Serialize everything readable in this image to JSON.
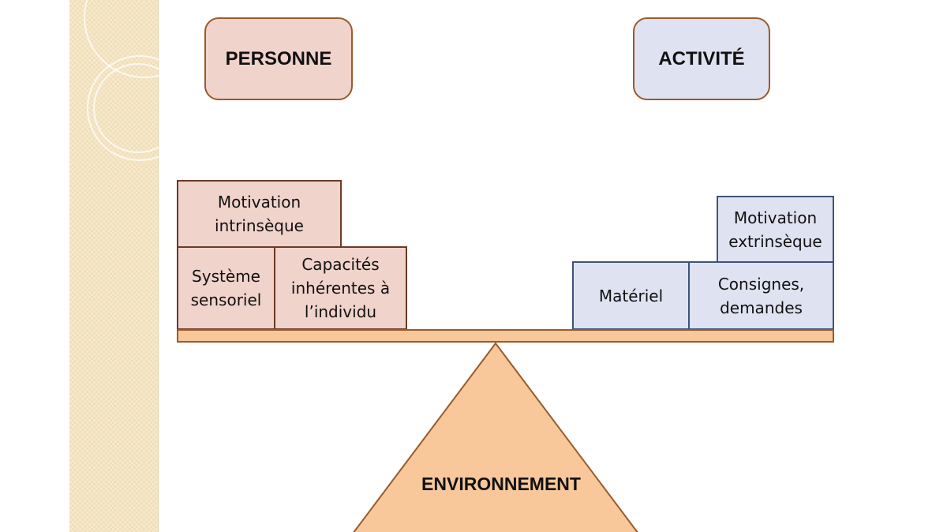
{
  "header": {
    "personne": "PERSONNE",
    "activite": "ACTIVITÉ"
  },
  "personne_blocks": {
    "motivation_intrinseque": [
      "Motivation",
      "intrinsèque"
    ],
    "systeme_sensoriel": [
      "Système",
      "sensoriel"
    ],
    "capacites": [
      "Capacités",
      "inhérentes à",
      "l’individu"
    ]
  },
  "activite_blocks": {
    "motivation_extrinseque": [
      "Motivation",
      "extrinsèque"
    ],
    "materiel": [
      "Matériel"
    ],
    "consignes": [
      "Consignes,",
      "demandes"
    ]
  },
  "fulcrum": {
    "label": "ENVIRONNEMENT"
  },
  "colors": {
    "personne_fill": "#f0d3cb",
    "activite_fill": "#dfe2f0",
    "plank_fill": "#f8c79a",
    "fulcrum_fill": "#f8c79a",
    "brown_border": "#9b5a2a",
    "navy_border": "#3d5478"
  }
}
